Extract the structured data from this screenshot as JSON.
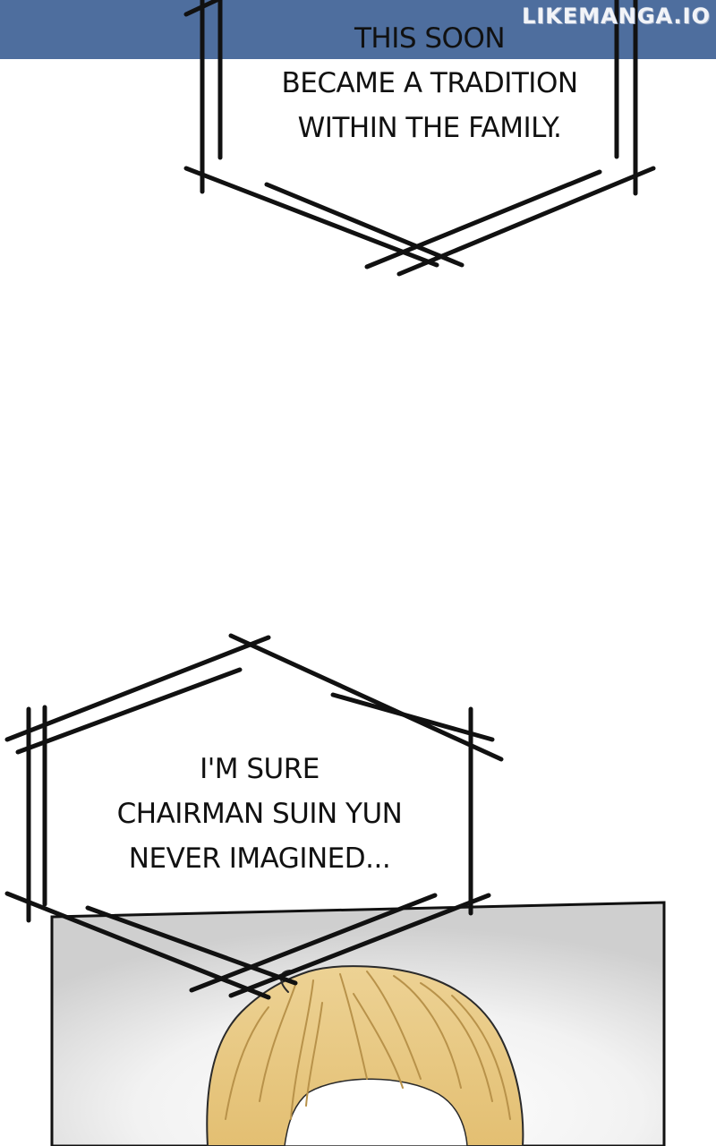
{
  "watermark": "LIKEMANGA.IO",
  "captions": [
    {
      "lines": [
        "THIS SOON",
        "BECAME A TRADITION",
        "WITHIN THE FAMILY."
      ]
    },
    {
      "lines": [
        "I'M SURE",
        "CHAIRMAN SUIN YUN",
        "NEVER IMAGINED..."
      ]
    }
  ],
  "colors": {
    "top_band": "#4e6e9e",
    "ink": "#111111",
    "hair": "#e7c884",
    "hair_shadow": "#c59e55",
    "panel_background": "#dcdcdc"
  }
}
